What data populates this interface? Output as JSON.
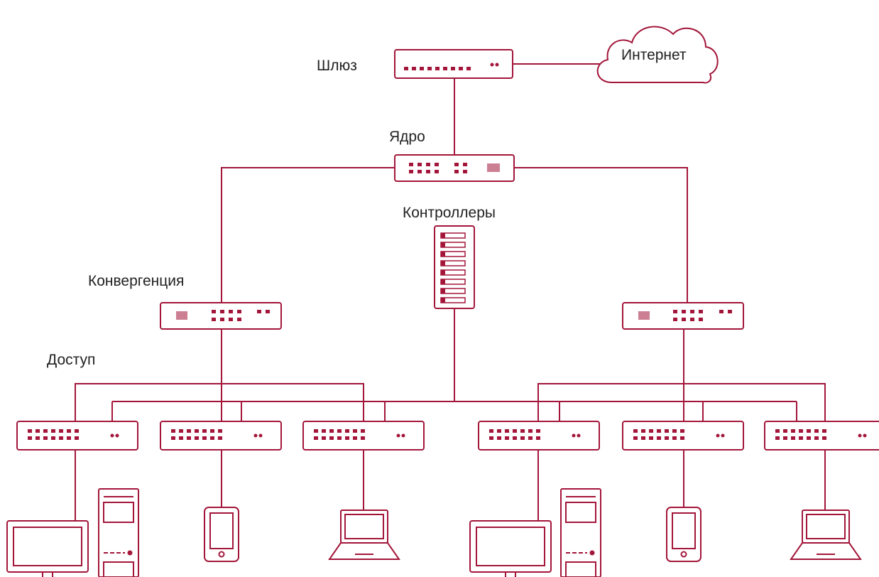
{
  "labels": {
    "gateway": "Шлюз",
    "core": "Ядро",
    "controllers": "Контроллеры",
    "convergence": "Конвергенция",
    "access": "Доступ",
    "internet": "Интернет"
  },
  "colors": {
    "accent": "#A3163A",
    "text": "#222222",
    "background": "#FFFFFF"
  },
  "icons": {
    "cloud": "cloud-icon",
    "gateway": "gateway-router-icon",
    "core": "core-switch-icon",
    "controllers": "controller-rack-icon",
    "convergence": "convergence-switch-icon",
    "access": "access-switch-icon",
    "desktop": "desktop-computer-icon",
    "phone": "smartphone-icon",
    "laptop": "laptop-icon"
  }
}
